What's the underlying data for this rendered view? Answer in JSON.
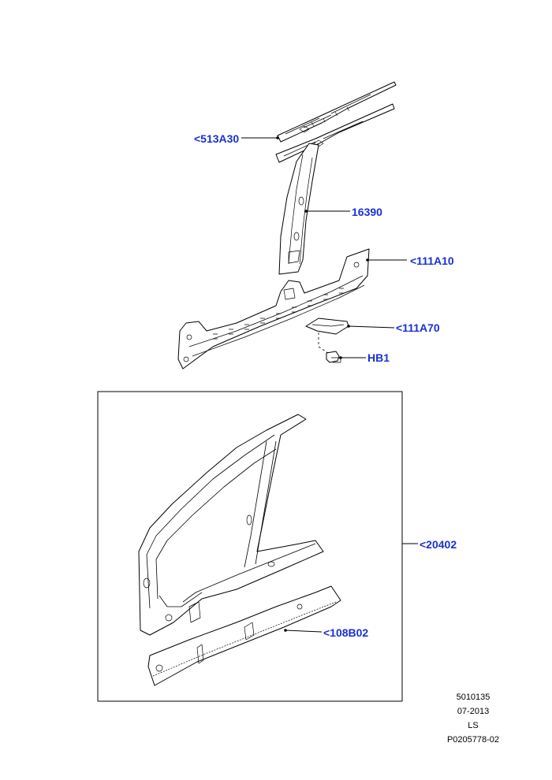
{
  "callouts": {
    "c513a30": "<513A30",
    "c16390": "16390",
    "c111a10": "<111A10",
    "c111a70": "<111A70",
    "chb1": "HB1",
    "c20402": "<20402",
    "c108b02": "<108B02"
  },
  "footer": {
    "line1": "5010135",
    "line2": "07-2013",
    "line3": "LS",
    "line4": "P0205778-02"
  },
  "colors": {
    "callout": "#1a2fd6",
    "line": "#000000"
  }
}
